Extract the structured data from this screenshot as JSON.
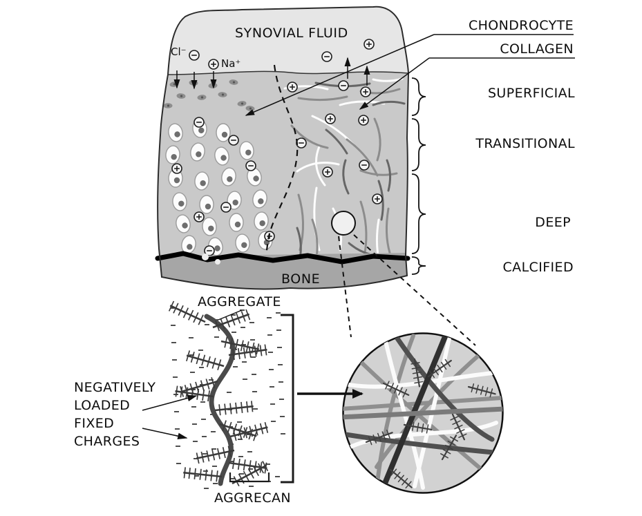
{
  "figure": {
    "labels": {
      "synovial_fluid": "SYNOVIAL FLUID",
      "chondrocyte": "CHONDROCYTE",
      "collagen": "COLLAGEN",
      "bone": "BONE",
      "aggregate": "AGGREGATE",
      "aggrecan": "AGGRECAN"
    },
    "ions": {
      "chloride": "Cl⁻",
      "sodium": "Na⁺"
    },
    "zones": [
      {
        "label": "SUPERFICIAL"
      },
      {
        "label": "TRANSITIONAL"
      },
      {
        "label": "DEEP"
      },
      {
        "label": "CALCIFIED"
      }
    ],
    "charges_annotation": {
      "line1": "NEGATIVELY",
      "line2": "LOADED",
      "line3": "FIXED",
      "line4": "CHARGES"
    },
    "colors": {
      "fluid": "#e6e6e6",
      "cartilage": "#c9c9c9",
      "bone": "#a6a6a6",
      "inset_background": "#d2d2d2",
      "ink": "#111111"
    }
  }
}
